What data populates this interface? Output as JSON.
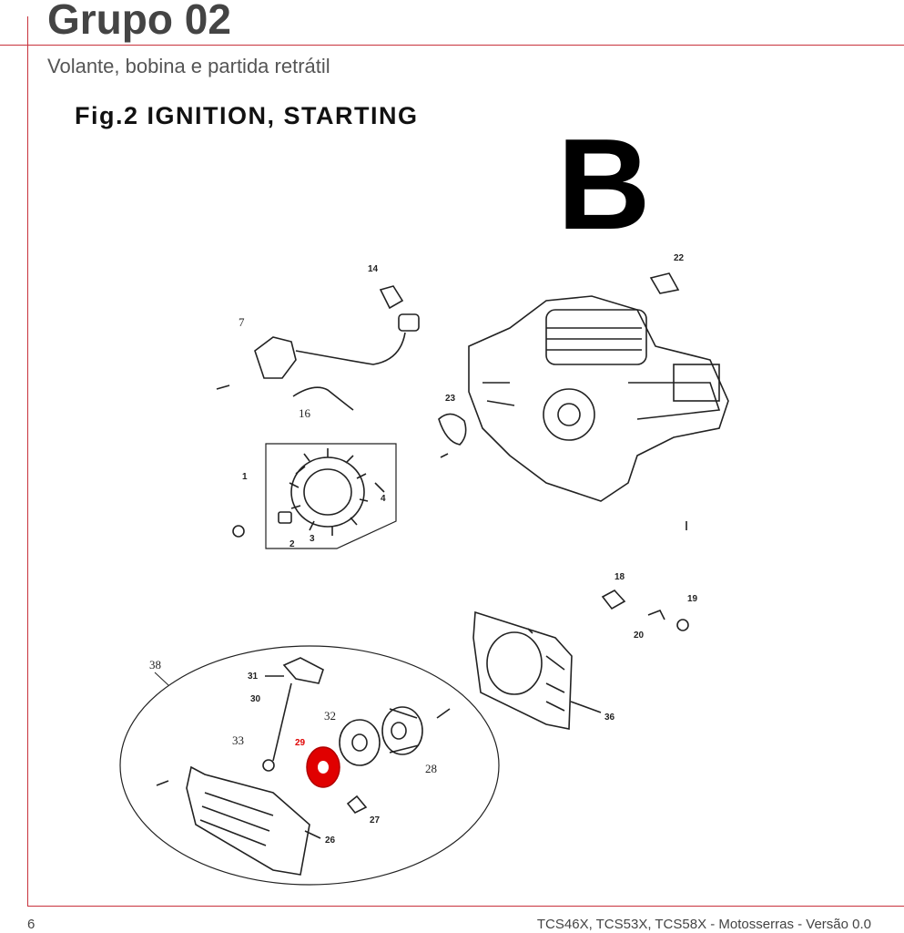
{
  "header": {
    "title": "Grupo 02",
    "subtitle": "Volante, bobina e partida retrátil"
  },
  "figure": {
    "title": "Fig.2 IGNITION, STARTING",
    "section_letter": "B",
    "highlight_color": "#e00000",
    "labels": {
      "p1": "1",
      "p2": "2",
      "p3": "3",
      "p4": "4",
      "p7": "7",
      "p14": "14",
      "p16": "16",
      "p18": "18",
      "p19": "19",
      "p20": "20",
      "p22": "22",
      "p23": "23",
      "p26": "26",
      "p27": "27",
      "p28": "28",
      "p29": "29",
      "p30": "30",
      "p31": "31",
      "p32": "32",
      "p33": "33",
      "p36": "36",
      "p38": "38"
    }
  },
  "footer": {
    "page_number": "6",
    "doc_info": "TCS46X, TCS53X, TCS58X - Motosserras - Versão 0.0"
  }
}
